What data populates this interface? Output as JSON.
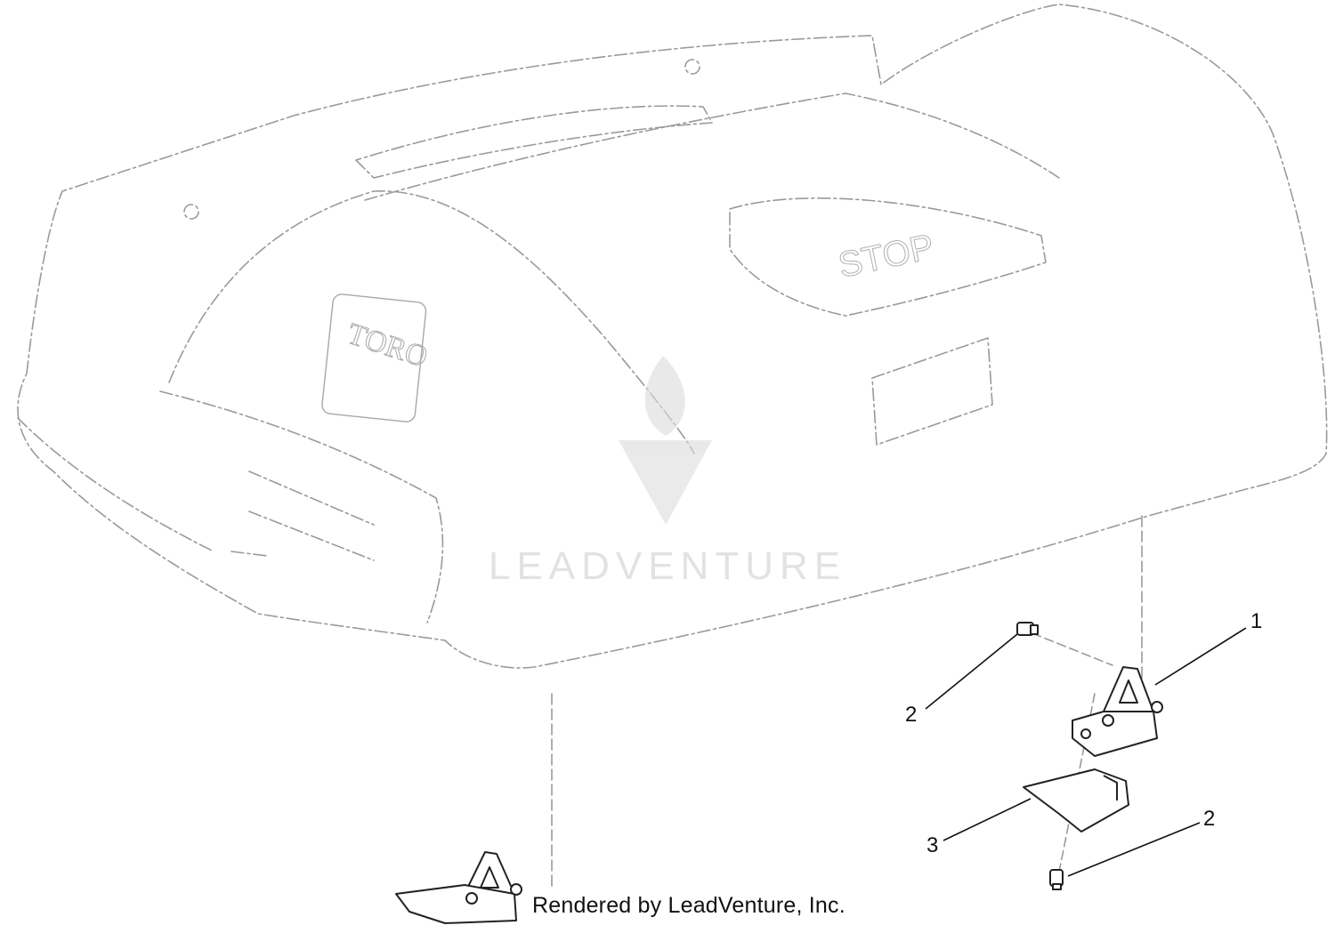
{
  "watermark": {
    "text": "LEADVENTURE"
  },
  "footer": {
    "text": "Rendered by LeadVenture, Inc."
  },
  "housing": {
    "logo_text": "TORO",
    "panel_text": "STOP"
  },
  "callouts": [
    {
      "label": "1"
    },
    {
      "label": "2"
    },
    {
      "label": "2"
    },
    {
      "label": "3"
    }
  ]
}
